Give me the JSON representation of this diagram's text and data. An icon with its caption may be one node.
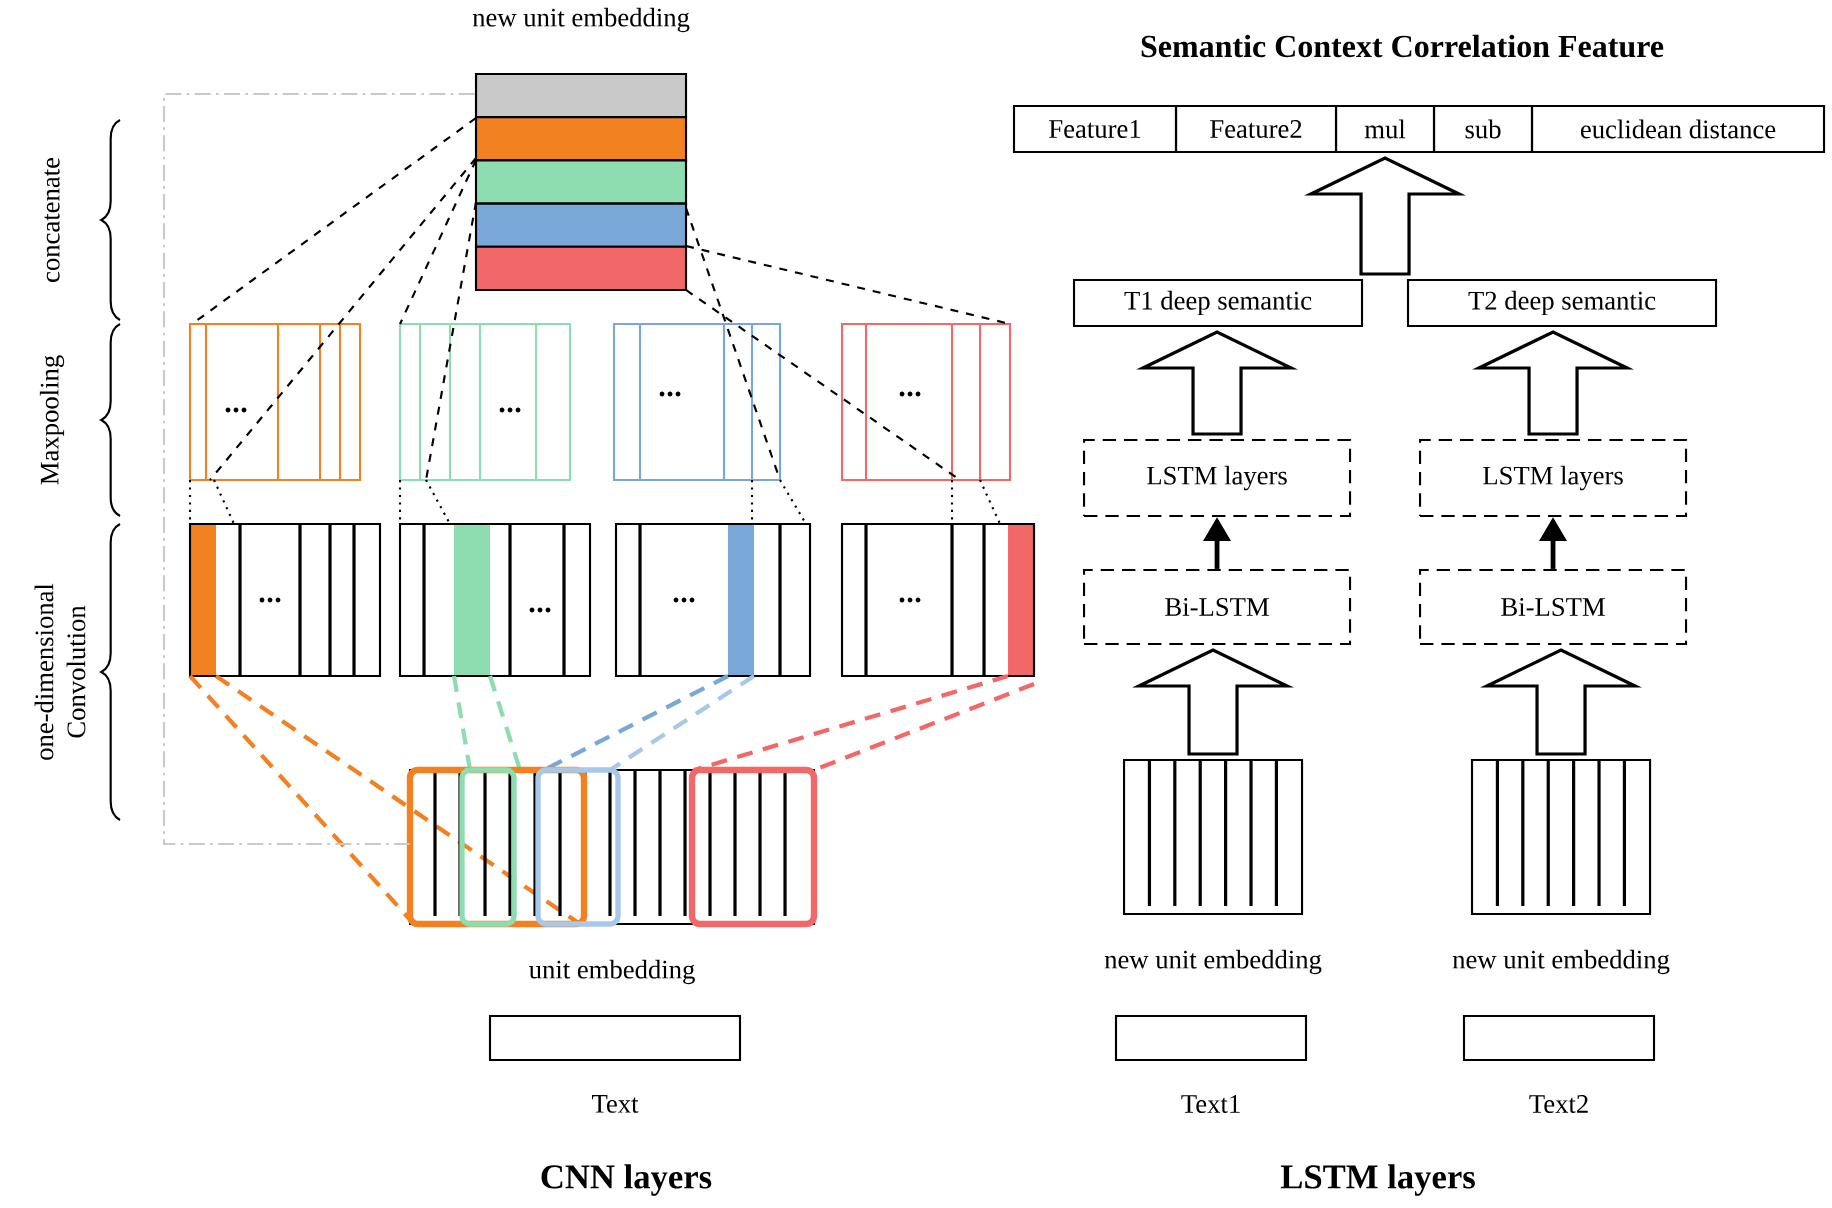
{
  "diagram": {
    "title": "Semantic Context Correlation Feature",
    "nodes": [
      {
        "text": [
          "new unit embedding"
        ]
      },
      {
        "text": [
          "unit embedding"
        ]
      },
      {
        "text": [
          "Text"
        ]
      },
      {
        "text": [
          "Feature1"
        ]
      },
      {
        "text": [
          "Feature2"
        ]
      },
      {
        "text": [
          "mul"
        ]
      },
      {
        "text": [
          "sub"
        ]
      },
      {
        "text": [
          "euclidean distance"
        ]
      },
      {
        "text": [
          "T1 deep semantic"
        ]
      },
      {
        "text": [
          "T2 deep semantic"
        ]
      },
      {
        "text": [
          "LSTM layers"
        ]
      },
      {
        "text": [
          "LSTM layers"
        ]
      },
      {
        "text": [
          "Bi-LSTM"
        ]
      },
      {
        "text": [
          "Bi-LSTM"
        ]
      },
      {
        "text": [
          "new unit embedding"
        ]
      },
      {
        "text": [
          "new unit embedding"
        ]
      },
      {
        "text": [
          "Text1"
        ]
      },
      {
        "text": [
          "Text2"
        ]
      }
    ],
    "edges": [
      {
        "from": 8,
        "to": 5,
        "arrow": "to"
      },
      {
        "from": 9,
        "to": 5,
        "arrow": "to"
      },
      {
        "from": 10,
        "to": 8,
        "arrow": "to"
      },
      {
        "from": 11,
        "to": 9,
        "arrow": "to"
      },
      {
        "from": 12,
        "to": 10,
        "arrow": "to"
      },
      {
        "from": 13,
        "to": 11,
        "arrow": "to"
      },
      {
        "from": 14,
        "to": 12,
        "arrow": "to"
      },
      {
        "from": 15,
        "to": 13,
        "arrow": "to"
      },
      {
        "from": 1,
        "to": 0,
        "arrow": "none",
        "style": "dashed",
        "color": "#c8c9c8"
      }
    ],
    "labels": [
      "concatenate",
      "Maxpooling",
      "one-dimensional Convolution",
      "CNN layers",
      "LSTM layers"
    ]
  }
}
